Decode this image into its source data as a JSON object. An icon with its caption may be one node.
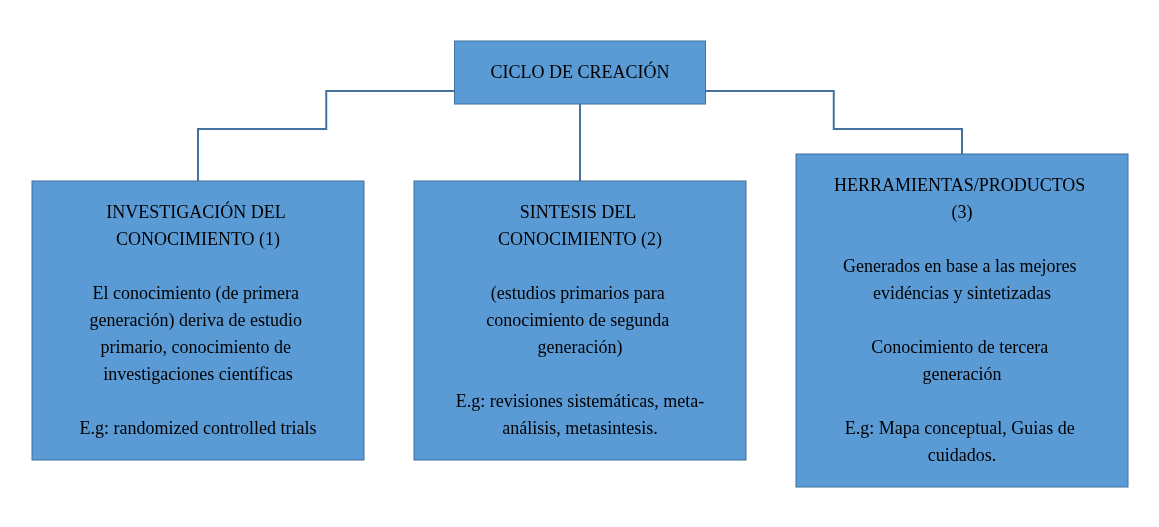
{
  "diagram": {
    "nodes": [
      {
        "text": [
          "CICLO DE CREACIÓN"
        ]
      },
      {
        "text": [
          "INVESTIGACIÓN DEL CONOCIMIENTO (1)",
          "El conocimiento (de primera generación) deriva de estudio primario, conocimiento de investigaciones científicas",
          "E.g: randomized controlled trials"
        ]
      },
      {
        "text": [
          "SINTESIS DEL CONOCIMIENTO (2)",
          "(estudios primarios para conocimiento de segunda generación)",
          "E.g: revisiones sistemáticas, meta-análisis, metasintesis."
        ]
      },
      {
        "text": [
          "HERRAMIENTAS/PRODUCTOS (3)",
          "Generados en base a las mejores evidéncias y sintetizadas",
          "Conocimiento de tercera generación",
          "E.g: Mapa conceptual, Guias de cuidados."
        ]
      }
    ],
    "edges": [
      {
        "from": 0,
        "to": 1,
        "arrow": "none"
      },
      {
        "from": 0,
        "to": 2,
        "arrow": "none"
      },
      {
        "from": 0,
        "to": 3,
        "arrow": "none"
      }
    ]
  }
}
